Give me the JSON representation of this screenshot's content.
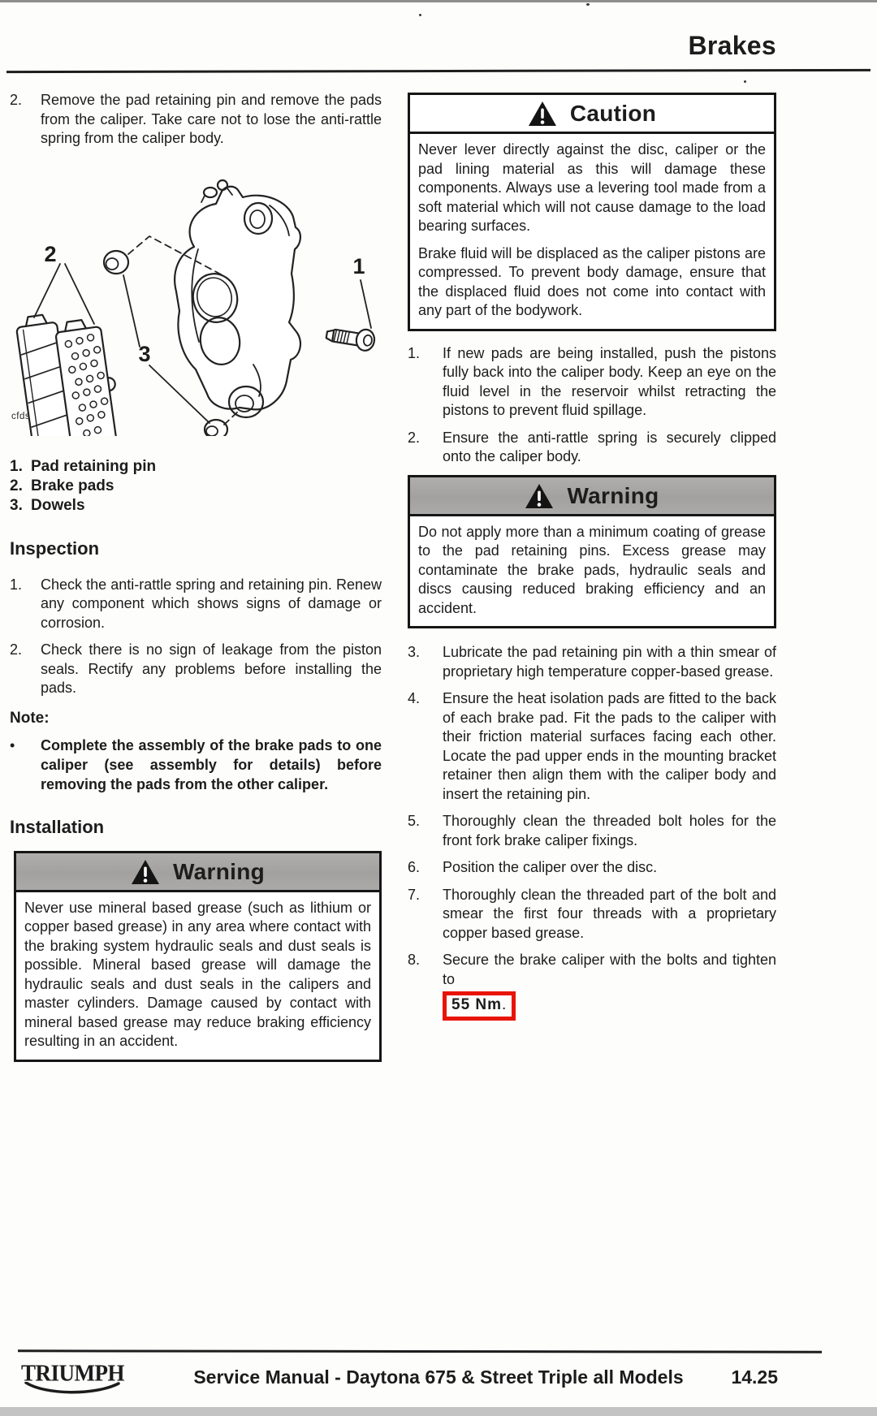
{
  "header": {
    "title": "Brakes"
  },
  "left": {
    "step2": {
      "num": "2.",
      "text": "Remove the pad retaining pin and remove the pads from the caliper. Take care not to lose the anti-rattle spring from the caliper body."
    },
    "figure": {
      "code": "cfds",
      "callout_1": "1",
      "callout_2": "2",
      "callout_3": "3",
      "legend": [
        {
          "num": "1.",
          "label": "Pad retaining pin"
        },
        {
          "num": "2.",
          "label": "Brake pads"
        },
        {
          "num": "3.",
          "label": "Dowels"
        }
      ]
    },
    "inspection": {
      "heading": "Inspection",
      "steps": [
        {
          "num": "1.",
          "text": "Check the anti-rattle spring and retaining pin. Renew any component which shows signs of damage or corrosion."
        },
        {
          "num": "2.",
          "text": "Check there is no sign of leakage from the piston seals. Rectify any problems before installing the pads."
        }
      ]
    },
    "note": {
      "heading": "Note:",
      "bullet": "•",
      "text": "Complete the assembly of the brake pads to one caliper (see assembly for details) before removing the pads from the other caliper."
    },
    "installation_heading": "Installation",
    "warning": {
      "title": "Warning",
      "body": "Never use mineral based grease (such as lithium or copper based grease) in any area where contact with the braking system hydraulic seals and dust seals is possible. Mineral based grease will damage the hydraulic seals and dust seals in the calipers and master cylinders. Damage caused by contact with mineral based grease may reduce braking efficiency resulting in an accident."
    }
  },
  "right": {
    "caution": {
      "title": "Caution",
      "para1": "Never lever directly against the disc, caliper or the pad lining material as this will damage these components. Always use a levering tool made from a soft material which will not cause damage to the load bearing surfaces.",
      "para2": "Brake fluid will be displaced as the caliper pistons are compressed. To prevent body damage, ensure that the displaced fluid does not come into contact with any part of the bodywork."
    },
    "steps_pre": [
      {
        "num": "1.",
        "text": "If new pads are being installed, push the pistons fully back into the caliper body. Keep an eye on the fluid level in the reservoir whilst retracting the pistons to prevent fluid spillage."
      },
      {
        "num": "2.",
        "text": "Ensure the anti-rattle spring is securely clipped onto the caliper body."
      }
    ],
    "warning": {
      "title": "Warning",
      "body": "Do not apply more than a minimum coating of grease to the pad retaining pins. Excess grease may contaminate the brake pads, hydraulic seals and discs causing reduced braking efficiency and an accident."
    },
    "steps_post": [
      {
        "num": "3.",
        "text": "Lubricate the pad retaining pin with a thin smear of proprietary high temperature copper-based grease."
      },
      {
        "num": "4.",
        "text": "Ensure the heat isolation pads are fitted to the back of each brake pad. Fit the pads to the caliper with their friction material surfaces facing each other. Locate the pad upper ends in the mounting bracket retainer then align them with the caliper body and insert the retaining pin."
      },
      {
        "num": "5.",
        "text": "Thoroughly clean the threaded bolt holes for the front fork brake caliper fixings."
      },
      {
        "num": "6.",
        "text": "Position the caliper over the disc."
      },
      {
        "num": "7.",
        "text": "Thoroughly clean the threaded part of the bolt and smear the first four threads with a proprietary copper based grease."
      },
      {
        "num": "8.",
        "text": "Secure the brake caliper with the bolts and tighten to",
        "torque": "55 Nm",
        "suffix": "."
      }
    ]
  },
  "footer": {
    "logo": "TRIUMPH",
    "center": "Service Manual - Daytona 675 & Street Triple all Models",
    "page_number": "14.25"
  },
  "colors": {
    "torque_highlight_border": "#e81408",
    "warning_header_grey": "#a8a6a4",
    "ink": "#1c1c1c"
  }
}
